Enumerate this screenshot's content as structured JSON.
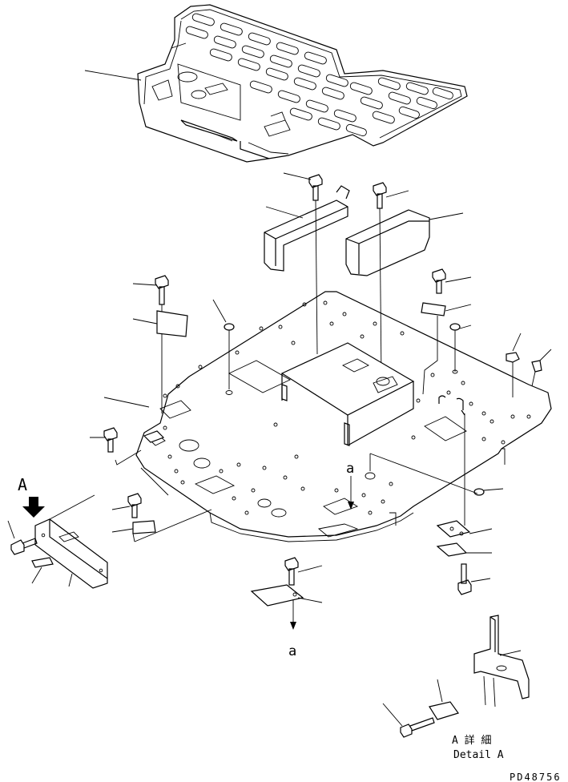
{
  "labels": {
    "view_marker": "A",
    "ref_a_top": "a",
    "ref_a_bottom": "a",
    "detail_jp": "A 詳 細",
    "detail_en": "Detail A",
    "drawing_code": "PD48756"
  }
}
